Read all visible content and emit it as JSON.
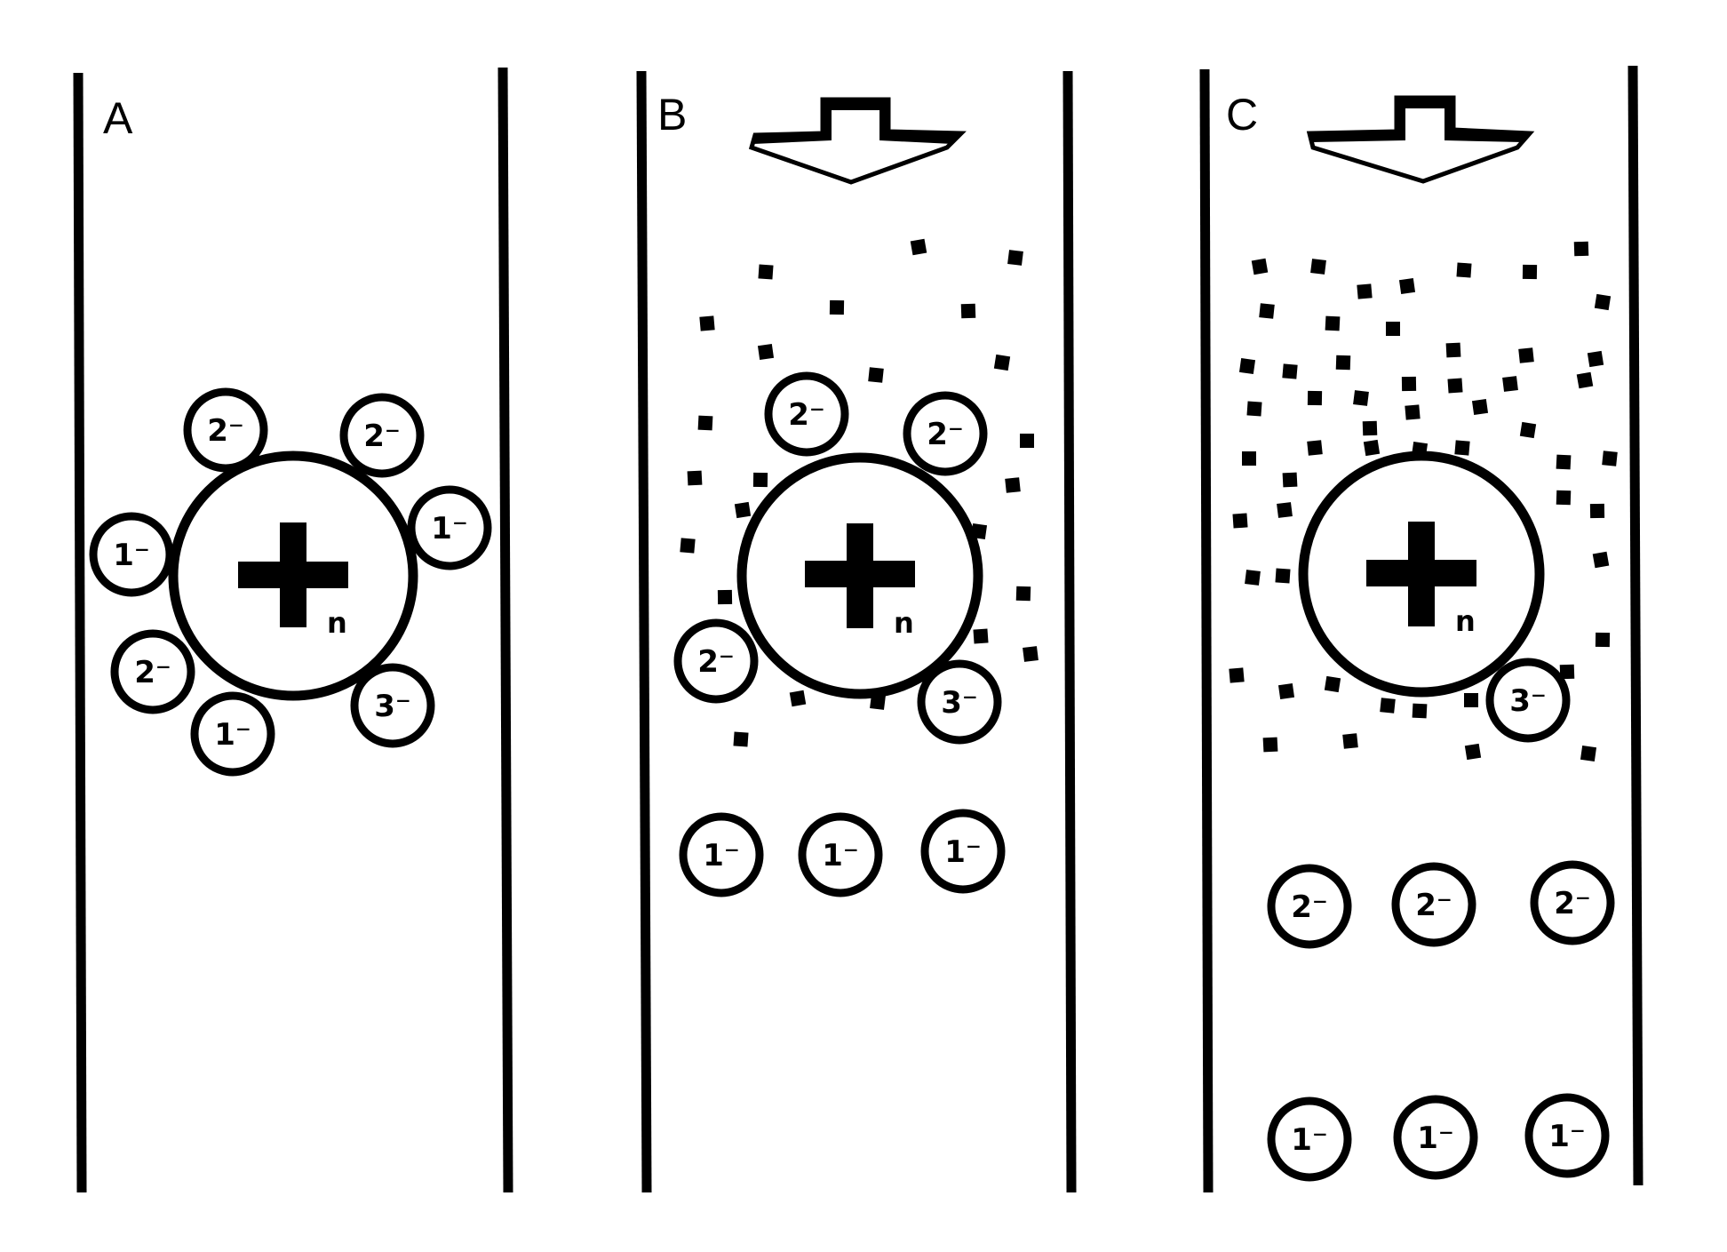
{
  "colors": {
    "ink": "#000000",
    "paper": "#ffffff"
  },
  "panels": [
    {
      "label": "A",
      "macro_ion": {
        "sign": "+",
        "subscript": "n"
      },
      "arrow": false,
      "bound_ions": [
        "2⁻",
        "2⁻",
        "1⁻",
        "1⁻",
        "2⁻",
        "1⁻",
        "3⁻"
      ],
      "released_ions": []
    },
    {
      "label": "B",
      "macro_ion": {
        "sign": "+",
        "subscript": "n"
      },
      "arrow": true,
      "arrow_icon": "down-arrow-icon",
      "bound_ions": [
        "2⁻",
        "2⁻",
        "2⁻",
        "3⁻"
      ],
      "released_ions": [
        "1⁻",
        "1⁻",
        "1⁻"
      ]
    },
    {
      "label": "C",
      "macro_ion": {
        "sign": "+",
        "subscript": "n"
      },
      "arrow": true,
      "arrow_icon": "down-arrow-icon",
      "bound_ions": [
        "3⁻"
      ],
      "released_ions": [
        "2⁻",
        "2⁻",
        "2⁻",
        "1⁻",
        "1⁻",
        "1⁻"
      ]
    }
  ]
}
